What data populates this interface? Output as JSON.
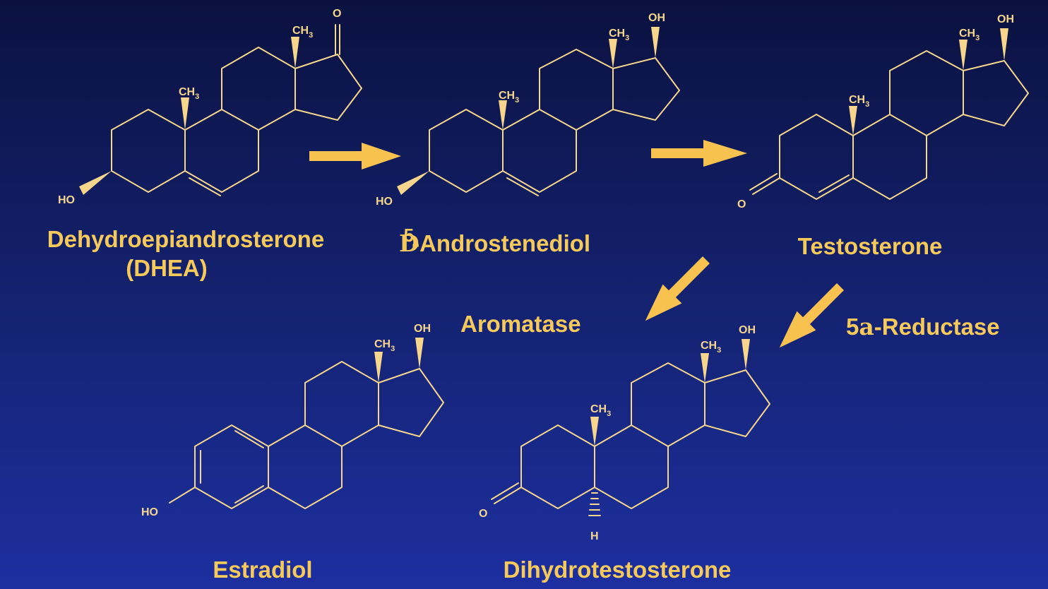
{
  "compounds": {
    "dhea": {
      "name": "Dehydroepiandrosterone",
      "abbr": "(DHEA)"
    },
    "androstenediol": {
      "prefix": "D",
      "superscript": "5",
      "name": "-Androstenediol"
    },
    "testosterone": {
      "name": "Testosterone"
    },
    "estradiol": {
      "name": "Estradiol"
    },
    "dht": {
      "name": "Dihydrotestosterone"
    }
  },
  "enzymes": {
    "aromatase": "Aromatase",
    "reductase": {
      "number": "5",
      "symbol": "a",
      "rest": "-Reductase"
    }
  },
  "atoms": {
    "ch3": "CH",
    "ch3_sub": "3",
    "oh": "OH",
    "ho": "HO",
    "o": "O",
    "h": "H"
  },
  "colors": {
    "label": "#f5c95a",
    "bond": "#f5d68c",
    "arrow": "#f7c250",
    "background_top": "#0a1140",
    "background_bottom": "#1d2fa0"
  }
}
